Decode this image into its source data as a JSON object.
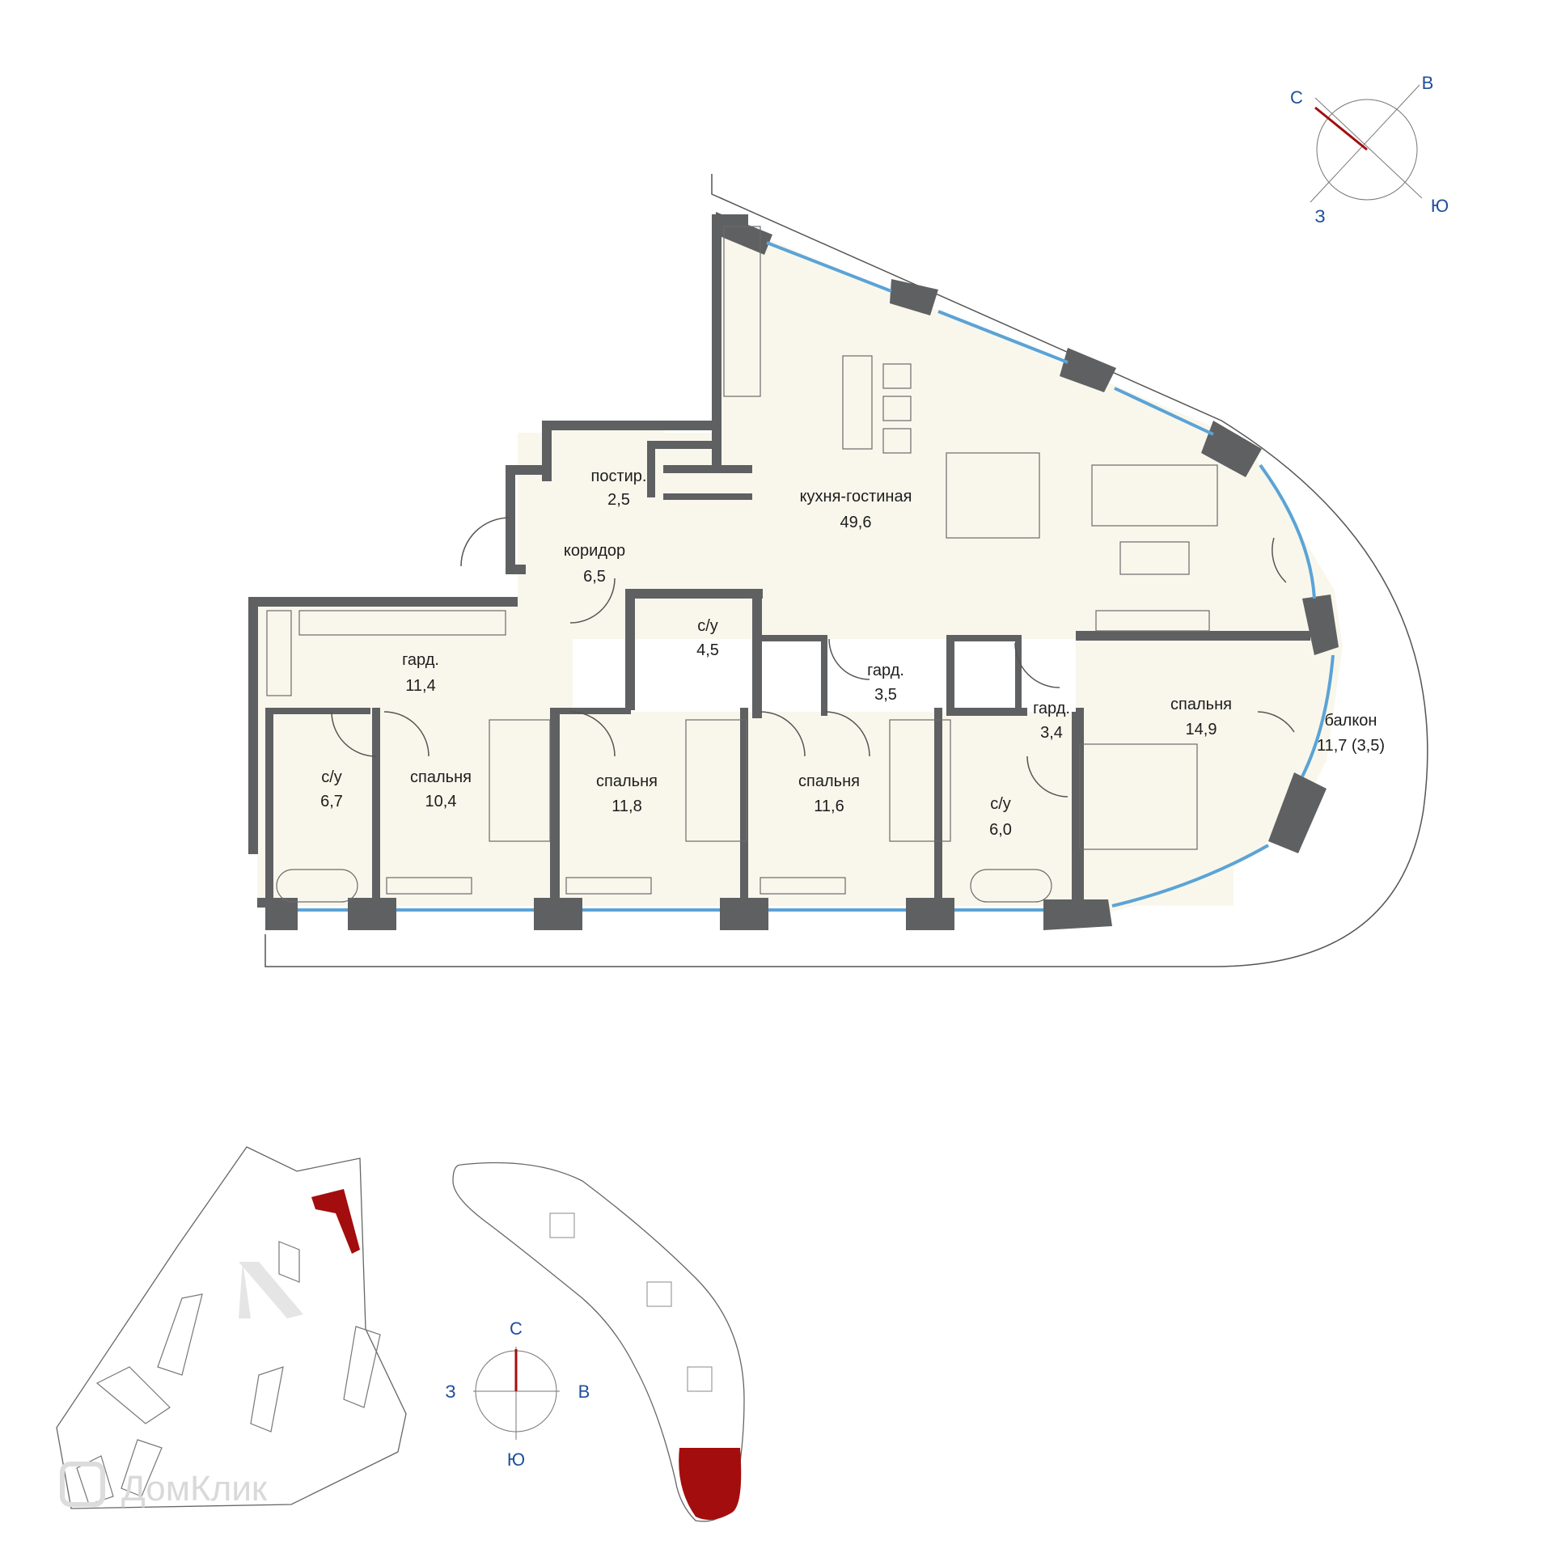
{
  "rooms": {
    "kitchen_living": {
      "name": "кухня-гостиная",
      "area": "49,6"
    },
    "pantry": {
      "name": "постир.",
      "area": "2,5"
    },
    "corridor": {
      "name": "коридор",
      "area": "6,5"
    },
    "bath_center": {
      "name": "с/у",
      "area": "4,5"
    },
    "wardrobe_large": {
      "name": "гард.",
      "area": "11,4"
    },
    "wardrobe_mid": {
      "name": "гард.",
      "area": "3,5"
    },
    "wardrobe_small": {
      "name": "гард.",
      "area": "3,4"
    },
    "bedroom_master": {
      "name": "спальня",
      "area": "14,9"
    },
    "balcony": {
      "name": "балкон",
      "area": "11,7 (3,5)"
    },
    "bath_left": {
      "name": "с/у",
      "area": "6,7"
    },
    "bedroom_1": {
      "name": "спальня",
      "area": "10,4"
    },
    "bedroom_2": {
      "name": "спальня",
      "area": "11,8"
    },
    "bedroom_3": {
      "name": "спальня",
      "area": "11,6"
    },
    "bath_right": {
      "name": "с/у",
      "area": "6,0"
    }
  },
  "compass_top": {
    "north": "С",
    "east": "В",
    "south": "Ю",
    "west": "З"
  },
  "compass_bottom": {
    "north": "С",
    "east": "В",
    "south": "Ю",
    "west": "З"
  },
  "watermark": "ДомКлик",
  "colors": {
    "floor": "#f9f7ec",
    "wall": "#5f6062",
    "window": "#5ba3d6",
    "highlight": "#a30d0d",
    "compass_text": "#1f4f9c",
    "north_needle": "#a30d0d"
  }
}
